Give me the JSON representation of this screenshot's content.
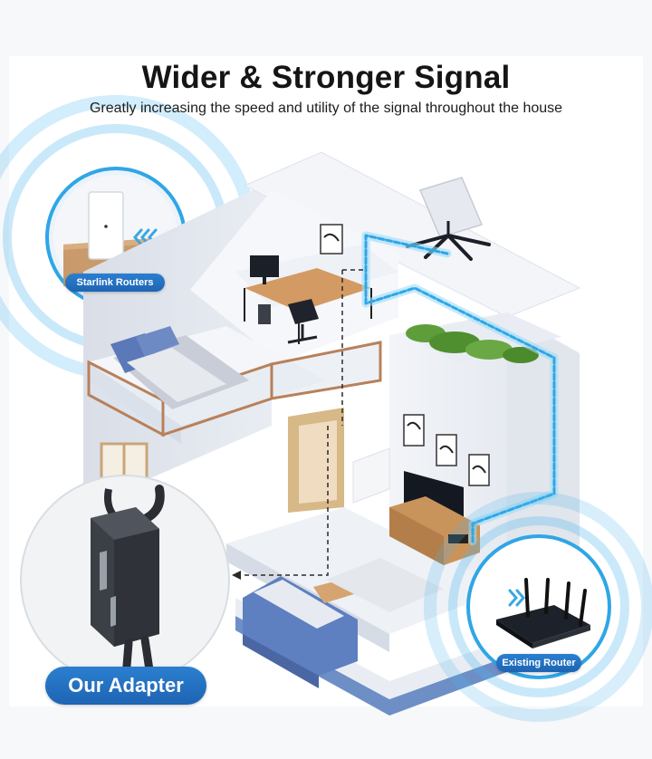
{
  "header": {
    "title": "Wider & Stronger Signal",
    "subtitle": "Greatly increasing the speed and utility of the signal throughout the house"
  },
  "labels": {
    "starlink_routers": "Starlink Routers",
    "existing_router": "Existing Router",
    "our_adapter": "Our Adapter"
  },
  "colors": {
    "accent_blue": "#1e64b3",
    "signal_cable": "#39b4e6",
    "glow": "#2fa6e6",
    "wall": "#e4e8ef",
    "floor": "#eef1f6"
  },
  "icons": [
    "starlink-dish-icon",
    "signal-chevrons-icon",
    "router-icon",
    "adapter-icon"
  ]
}
